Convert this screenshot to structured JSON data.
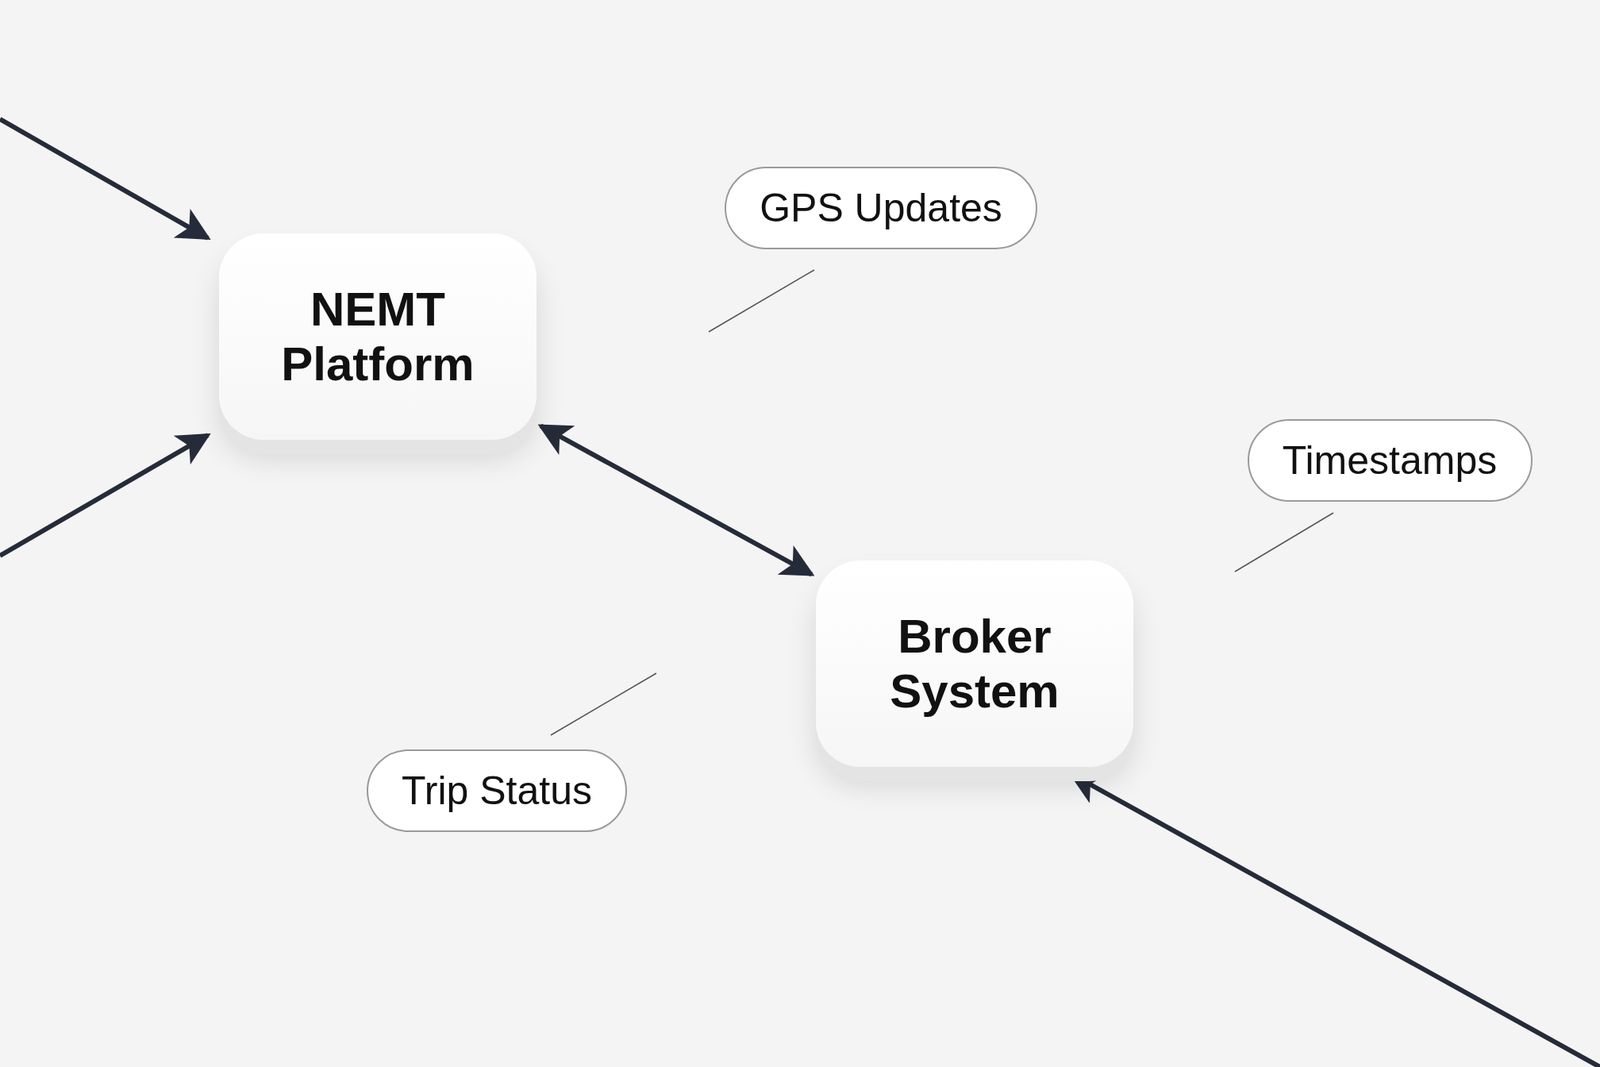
{
  "diagram": {
    "nodes": [
      {
        "text": [
          "NEMT Platform"
        ]
      },
      {
        "text": [
          "GPS Updates"
        ]
      },
      {
        "text": [
          "Timestamps"
        ]
      },
      {
        "text": [
          "Broker System"
        ]
      },
      {
        "text": [
          "Trip Status"
        ]
      }
    ],
    "edges": [
      {
        "from": 0,
        "to": 3,
        "arrow": "both"
      }
    ]
  }
}
